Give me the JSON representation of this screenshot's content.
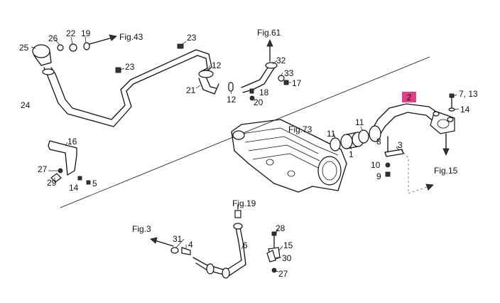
{
  "diagram": {
    "highlight_color": "#e0408a",
    "highlight_label": "2",
    "labels": {
      "p25": "25",
      "p26": "26",
      "p22": "22",
      "p19a": "19",
      "p23a": "23",
      "p23b": "23",
      "p24": "24",
      "p16": "16",
      "p27a": "27",
      "p29": "29",
      "p14a": "14",
      "p5": "5",
      "p12a": "12",
      "p21": "21",
      "p12b": "12",
      "p18": "18",
      "p20": "20",
      "p32": "32",
      "p33": "33",
      "p17": "17",
      "p713": "7, 13",
      "p14b": "14",
      "p11a": "11",
      "p11b": "11",
      "p1": "1",
      "p8": "8",
      "p3": "3",
      "p10": "10",
      "p9": "9",
      "p31": "31",
      "p4": "4",
      "p6": "6",
      "p28": "28",
      "p15": "15",
      "p30": "30",
      "p27b": "27"
    },
    "refs": {
      "fig43": "Fig.43",
      "fig61": "Fig.61",
      "fig73": "Fig.73",
      "fig15": "Fig.15",
      "fig19": "Fig.19",
      "fig3": "Fig.3"
    }
  }
}
